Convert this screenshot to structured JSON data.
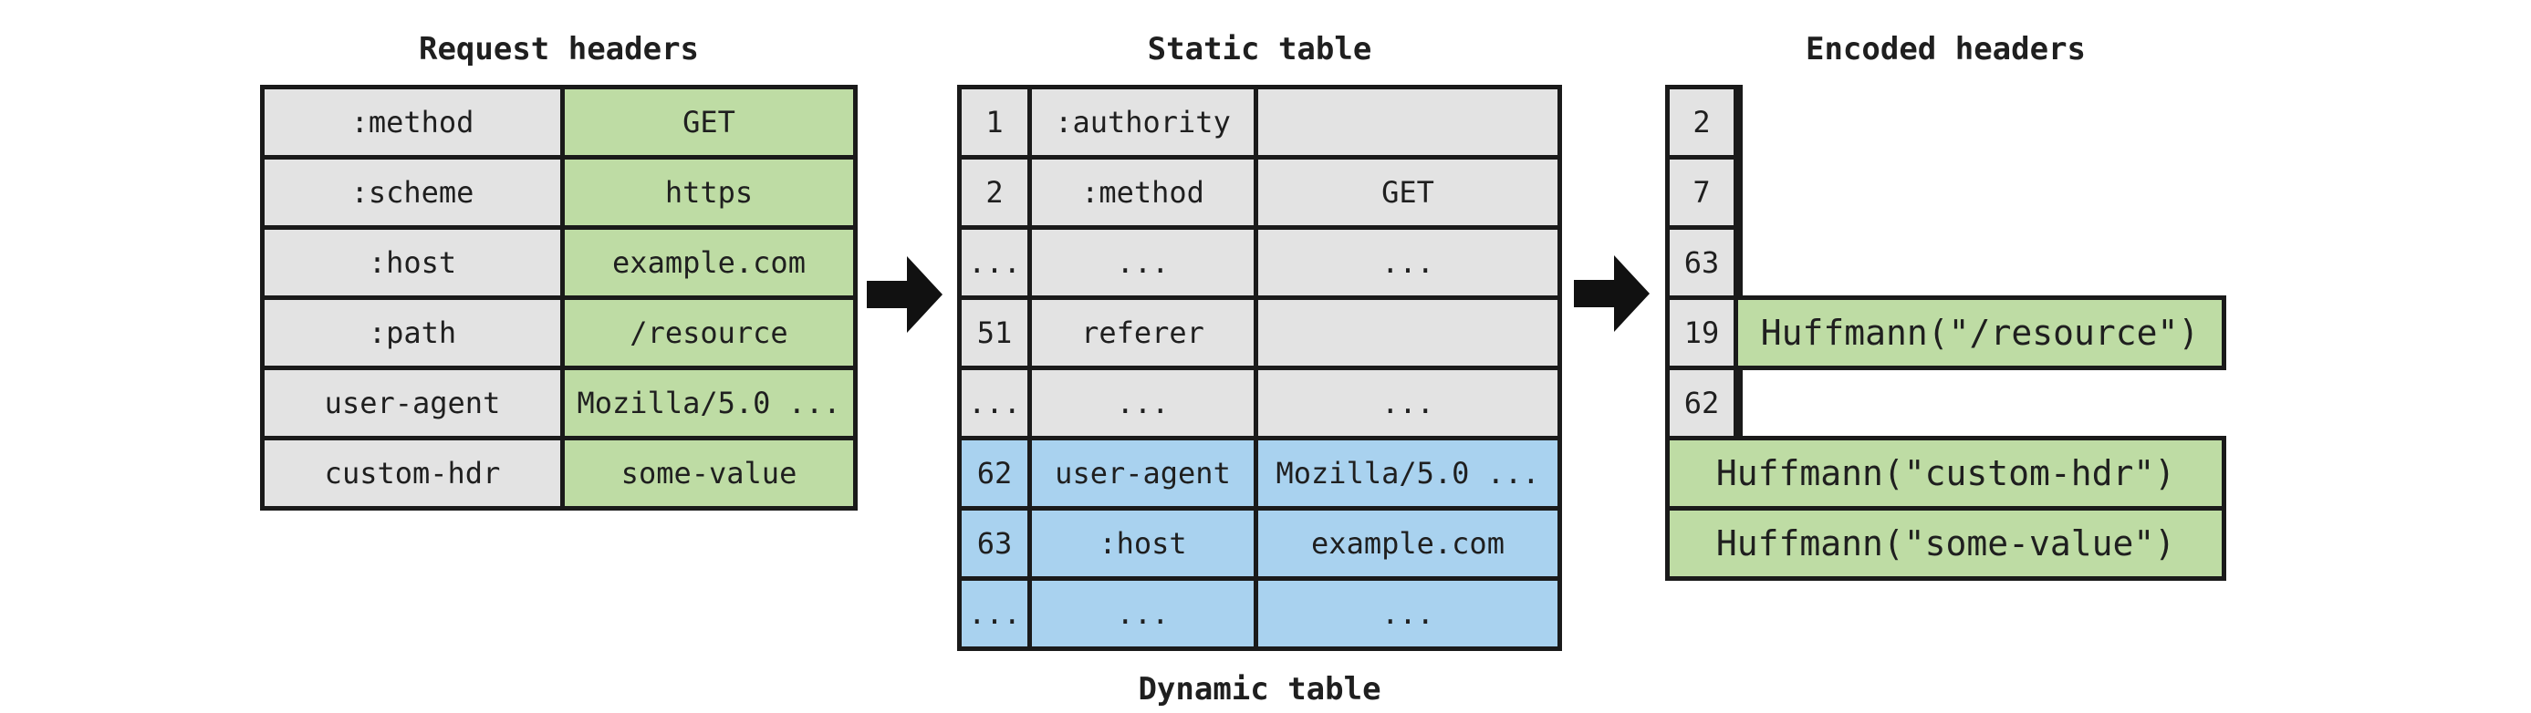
{
  "titles": {
    "request": "Request headers",
    "static": "Static table",
    "encoded": "Encoded headers"
  },
  "labels": {
    "dynamic_table": "Dynamic table"
  },
  "colors": {
    "gray": "#e3e3e3",
    "green": "#bedca4",
    "blue": "#a9d2ef",
    "border": "#1a1a1a",
    "text": "#1f1f1f",
    "arrow": "#111111"
  },
  "icons": {
    "arrow_right": "arrow-right-icon"
  },
  "request_table": {
    "rows": [
      [
        {
          "text": ":method",
          "bg": "gray"
        },
        {
          "text": "GET",
          "bg": "green"
        }
      ],
      [
        {
          "text": ":scheme",
          "bg": "gray"
        },
        {
          "text": "https",
          "bg": "green"
        }
      ],
      [
        {
          "text": ":host",
          "bg": "gray"
        },
        {
          "text": "example.com",
          "bg": "green"
        }
      ],
      [
        {
          "text": ":path",
          "bg": "gray"
        },
        {
          "text": "/resource",
          "bg": "green"
        }
      ],
      [
        {
          "text": "user-agent",
          "bg": "gray"
        },
        {
          "text": "Mozilla/5.0 ...",
          "bg": "green"
        }
      ],
      [
        {
          "text": "custom-hdr",
          "bg": "gray"
        },
        {
          "text": "some-value",
          "bg": "green"
        }
      ]
    ]
  },
  "static_table": {
    "rows": [
      [
        {
          "text": "1",
          "bg": "gray"
        },
        {
          "text": ":authority",
          "bg": "gray"
        },
        {
          "text": "",
          "bg": "gray"
        }
      ],
      [
        {
          "text": "2",
          "bg": "gray"
        },
        {
          "text": ":method",
          "bg": "gray"
        },
        {
          "text": "GET",
          "bg": "gray"
        }
      ],
      [
        {
          "text": "...",
          "bg": "gray"
        },
        {
          "text": "...",
          "bg": "gray"
        },
        {
          "text": "...",
          "bg": "gray"
        }
      ],
      [
        {
          "text": "51",
          "bg": "gray"
        },
        {
          "text": "referer",
          "bg": "gray"
        },
        {
          "text": "",
          "bg": "gray"
        }
      ],
      [
        {
          "text": "...",
          "bg": "gray"
        },
        {
          "text": "...",
          "bg": "gray"
        },
        {
          "text": "...",
          "bg": "gray"
        }
      ],
      [
        {
          "text": "62",
          "bg": "blue"
        },
        {
          "text": "user-agent",
          "bg": "blue"
        },
        {
          "text": "Mozilla/5.0 ...",
          "bg": "blue"
        }
      ],
      [
        {
          "text": "63",
          "bg": "blue"
        },
        {
          "text": ":host",
          "bg": "blue"
        },
        {
          "text": "example.com",
          "bg": "blue"
        }
      ],
      [
        {
          "text": "...",
          "bg": "blue"
        },
        {
          "text": "...",
          "bg": "blue"
        },
        {
          "text": "...",
          "bg": "blue"
        }
      ]
    ]
  },
  "encoded": {
    "index_rows": [
      [
        {
          "text": "2",
          "bg": "gray"
        }
      ],
      [
        {
          "text": "7",
          "bg": "gray"
        }
      ],
      [
        {
          "text": "63",
          "bg": "gray"
        }
      ],
      [
        {
          "text": "19",
          "bg": "gray"
        }
      ],
      [
        {
          "text": "62",
          "bg": "gray"
        }
      ]
    ],
    "resource_box": "Huffmann(\"/resource\")",
    "custom_box": "Huffmann(\"custom-hdr\")",
    "some_value_box": "Huffmann(\"some-value\")"
  }
}
